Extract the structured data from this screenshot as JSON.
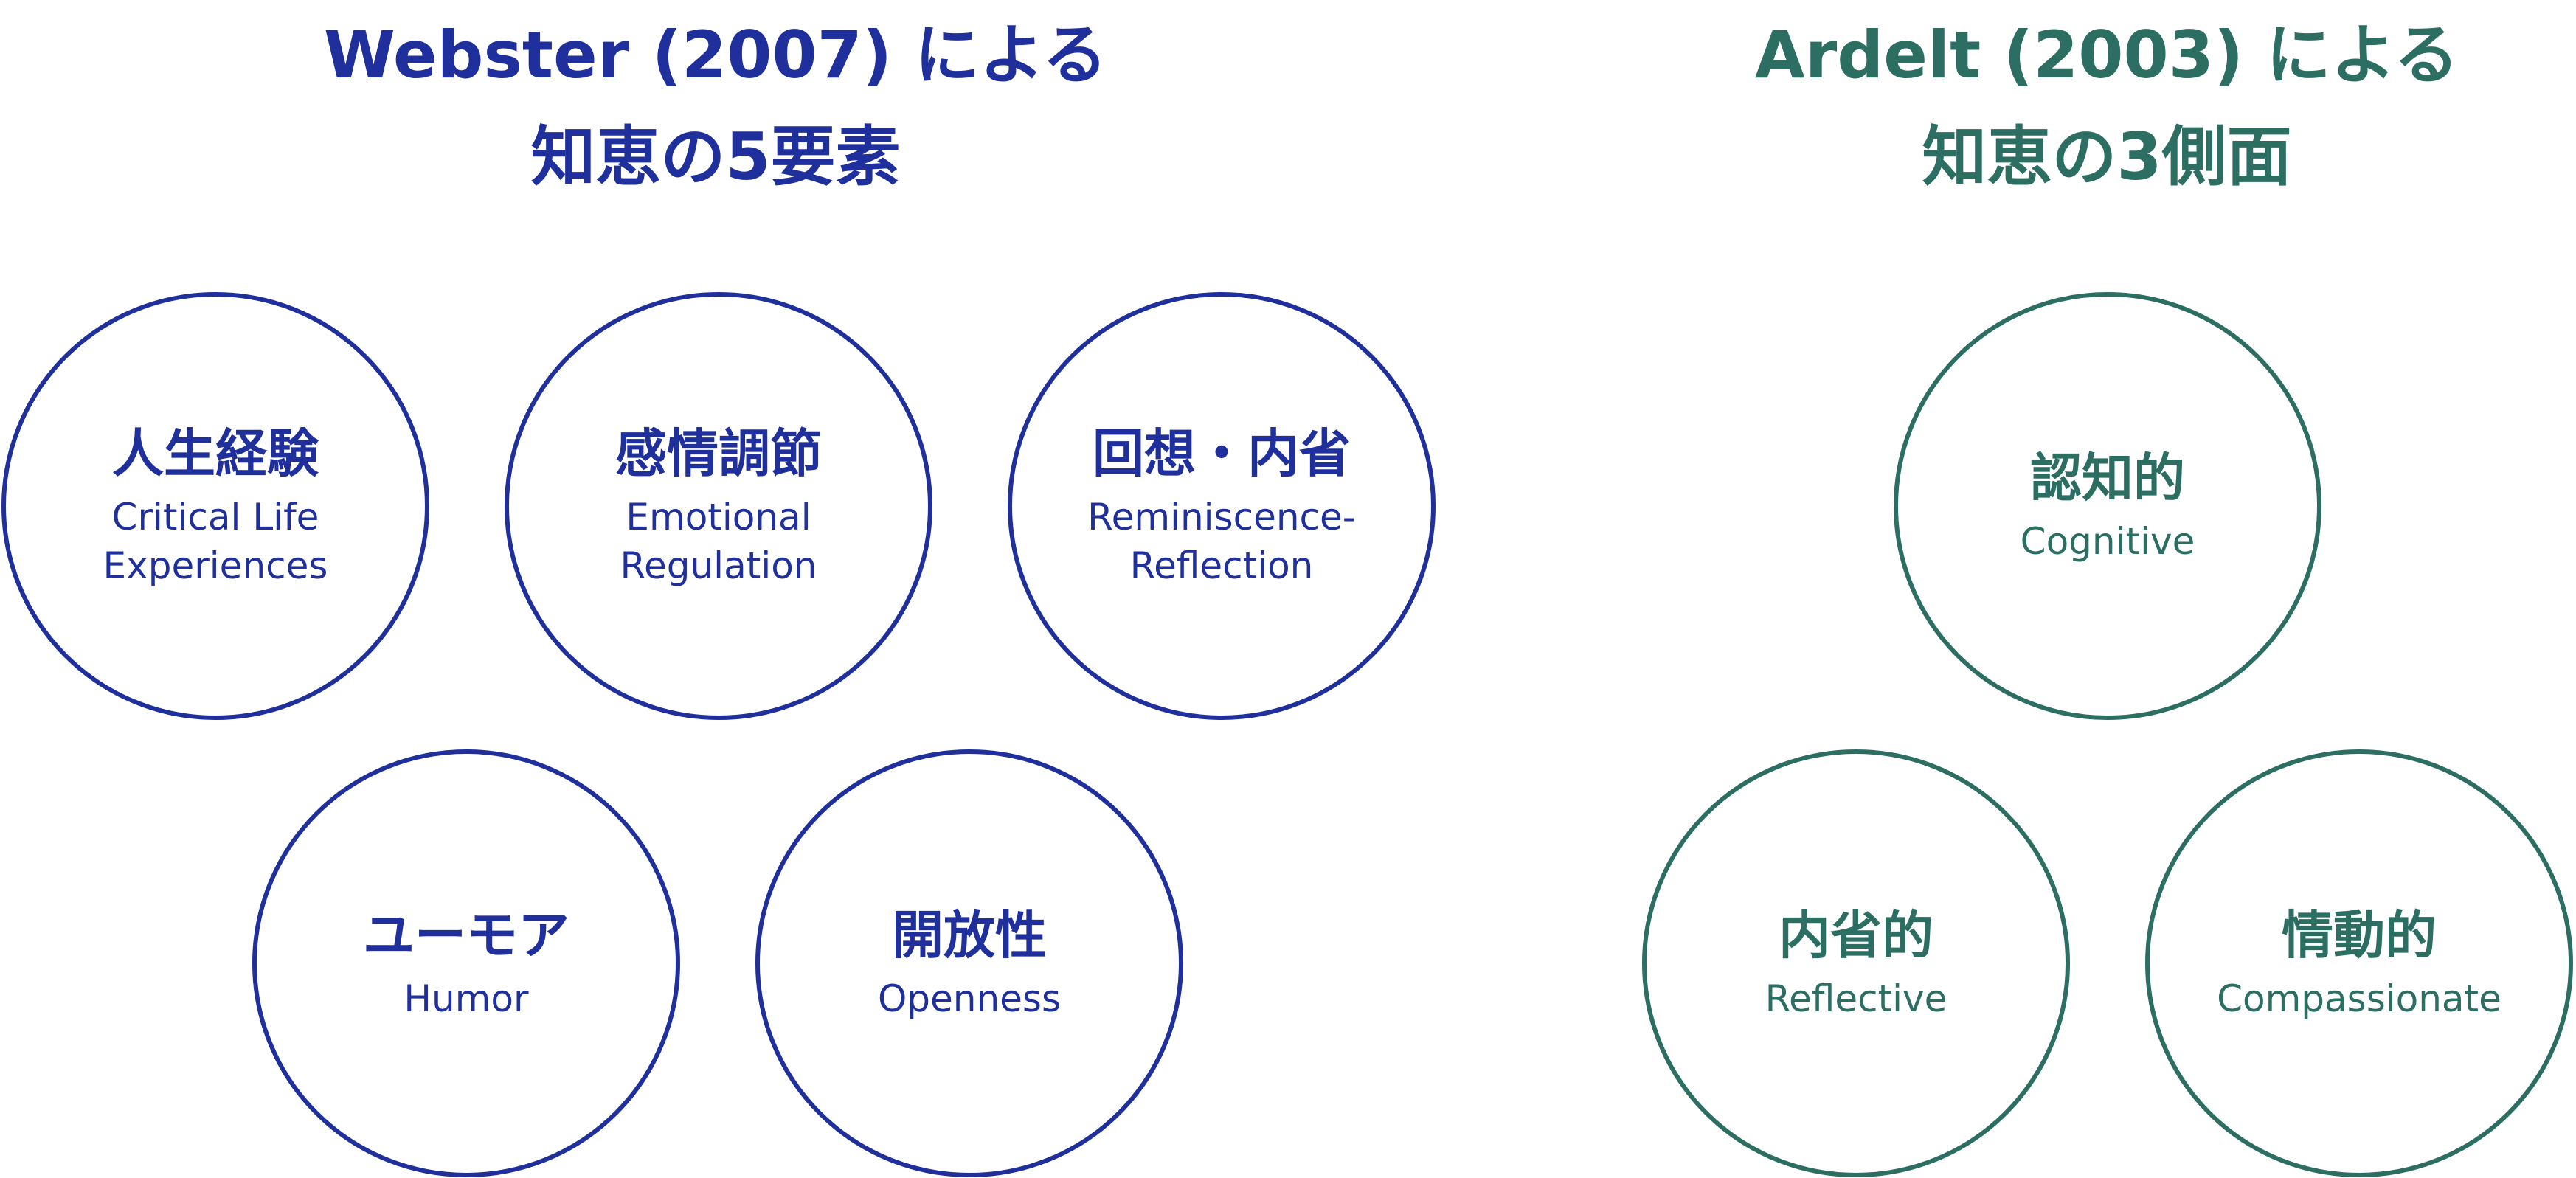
{
  "colors": {
    "webster": "#1f2f9c",
    "ardelt": "#2d6e63",
    "background": "#ffffff"
  },
  "webster": {
    "title_line1": "Webster (2007) による",
    "title_line2": "知恵の5要素",
    "elements": [
      {
        "jp": "人生経験",
        "en": "Critical Life\nExperiences"
      },
      {
        "jp": "感情調節",
        "en": "Emotional\nRegulation"
      },
      {
        "jp": "回想・内省",
        "en": "Reminiscence-\nReflection"
      },
      {
        "jp": "ユーモア",
        "en": "Humor"
      },
      {
        "jp": "開放性",
        "en": "Openness"
      }
    ]
  },
  "ardelt": {
    "title_line1": "Ardelt (2003) による",
    "title_line2": "知恵の3側面",
    "elements": [
      {
        "jp": "認知的",
        "en": "Cognitive"
      },
      {
        "jp": "内省的",
        "en": "Reflective"
      },
      {
        "jp": "情動的",
        "en": "Compassionate"
      }
    ]
  }
}
